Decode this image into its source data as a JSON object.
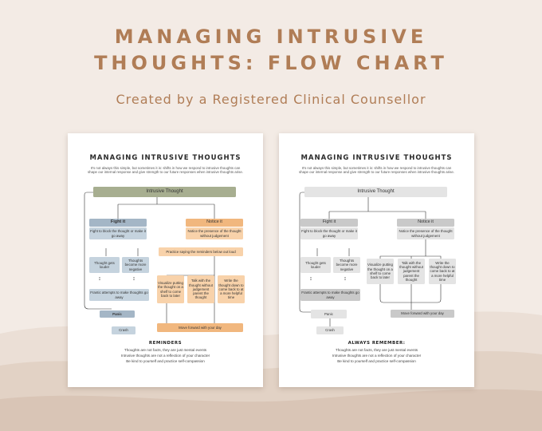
{
  "header": {
    "title_line1": "MANAGING INTRUSIVE",
    "title_line2": "THOUGHTS: FLOW CHART",
    "subtitle": "Created by a Registered Clinical Counsellor"
  },
  "colors": {
    "background": "#f3ebe5",
    "accent_text": "#b07d56",
    "green": "#a7ae90",
    "blue_dark": "#a4b6c6",
    "blue_light": "#c5d3de",
    "orange_dark": "#f1b77e",
    "orange_light": "#f8d2aa",
    "gray_dark": "#c9c9c9",
    "gray_light": "#e4e4e4"
  },
  "color_sheet": {
    "title": "MANAGING INTRUSIVE THOUGHTS",
    "intro": "It's not always this simple, but sometimes it is: shifts in how we respond to intrusive thoughts can shape our internal response and give strength to our future responses when intrusive thoughts arise.",
    "nodes": {
      "intrusive_thought": "Intrusive Thought",
      "fight_it": "Fight it",
      "fight_desc": "Fight to block the thought or make it go away",
      "gets_louder": "Thought gets louder",
      "more_negative": "Thoughts become more negative",
      "frantic": "Frantic attempts to make thoughts go away",
      "panic": "Panic",
      "crash": "Crash",
      "notice_it": "Notice it",
      "notice_desc": "Notice the presence of the thought without judgement",
      "practice": "Practice saying the reminders below out loud",
      "visualize": "Visualize putting the thought on a shelf to come back to later",
      "talk": "Talk with the thought without judgement parent the thought",
      "write": "Write the thought down to come back to at a more helpful time",
      "move_forward": "Move forward with your day"
    },
    "reminders_heading": "REMINDERS",
    "reminders": [
      "Thoughts are not facts, they are just mental events",
      "Intrusive thoughts are not a reflection of your character",
      "Be kind to yourself and practice self-compassion"
    ]
  },
  "gray_sheet": {
    "title": "MANAGING INTRUSIVE THOUGHTS",
    "intro": "It's not always this simple, but sometimes it is: shifts in how we respond to intrusive thoughts can shape our internal response and give strength to our future responses when intrusive thoughts arise.",
    "nodes": {
      "intrusive_thought": "Intrusive Thought",
      "fight_it": "Fight it",
      "fight_desc": "Fight to block the thought or make it go away",
      "gets_louder": "Thought gets louder",
      "more_negative": "Thoughts become more negative",
      "frantic": "Frantic attempts to make thoughts go away",
      "panic": "Panic",
      "crash": "Crash",
      "notice_it": "Notice it",
      "notice_desc": "Notice the presence of the thought without judgement",
      "visualize": "Visualize putting the thought on a shelf to come back to later",
      "talk": "Talk with the thought without judgement parent the thought",
      "write": "Write the thought down to come back to at a more helpful time",
      "move_forward": "Move forward with your day"
    },
    "reminders_heading": "ALWAYS REMEMBER:",
    "reminders": [
      "Thoughts are not facts, they are just mental events",
      "Intrusive thoughts are not a reflection of your character",
      "Be kind to yourself and practice self-compassion"
    ]
  }
}
